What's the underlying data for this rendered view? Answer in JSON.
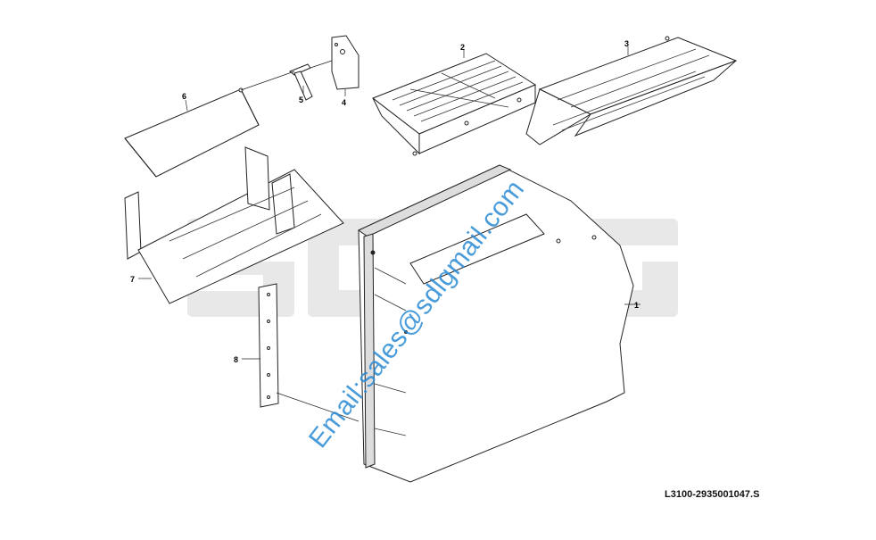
{
  "diagram": {
    "callouts": {
      "c1": "1",
      "c2": "2",
      "c3": "3",
      "c4": "4",
      "c5": "5",
      "c6": "6",
      "c7": "7",
      "c8": "8"
    },
    "reference_code": "L3100-2935001047.S",
    "watermark_text": "Email:sales@sdlgmail.com",
    "background_logo": "SDLG",
    "colors": {
      "logo_gray": "#e6e6e6",
      "watermark_blue": "#2a8ad4",
      "line": "#222222"
    }
  }
}
